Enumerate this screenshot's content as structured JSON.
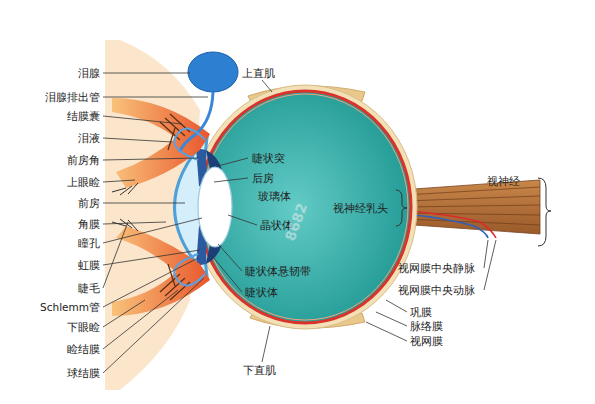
{
  "diagram": {
    "labels": [
      "泪腺",
      "泪腺排出管",
      "结膜囊",
      "泪液",
      "前房角",
      "上眼睑",
      "前房",
      "角膜",
      "瞳孔",
      "虹膜",
      "睫毛",
      "Schlemm管",
      "下眼睑",
      "睑结膜",
      "球结膜",
      "上直肌",
      "睫状突",
      "后房",
      "玻璃体",
      "晶状体",
      "睫状体悬韧带",
      "睫状体",
      "下直肌",
      "视神经乳头",
      "视神经",
      "视网膜中央静脉",
      "视网膜中央动脉",
      "巩膜",
      "脉络膜",
      "视网膜",
      "8682"
    ]
  }
}
